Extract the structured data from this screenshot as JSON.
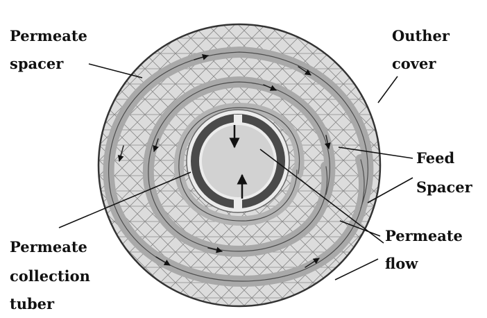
{
  "labels": {
    "permeate_spacer_line1": "Permeate",
    "permeate_spacer_line2": "spacer",
    "outer_cover_line1": "Outher",
    "outer_cover_line2": "cover",
    "feed_spacer_line1": "Feed",
    "feed_spacer_line2": "Spacer",
    "permeate_flow_line1": "Permeate",
    "permeate_flow_line2": "flow",
    "collection_tube_line1": "Permeate",
    "collection_tube_line2": "collection",
    "collection_tube_line3": "tuber"
  },
  "colors": {
    "background": "#ffffff",
    "mesh_fill": "#d9d9d9",
    "mesh_line": "#8a8a8a",
    "membrane_band": "#b8b8b8",
    "tube_ring": "#555555",
    "tube_core": "#cfcfcf",
    "ink": "#111111"
  }
}
